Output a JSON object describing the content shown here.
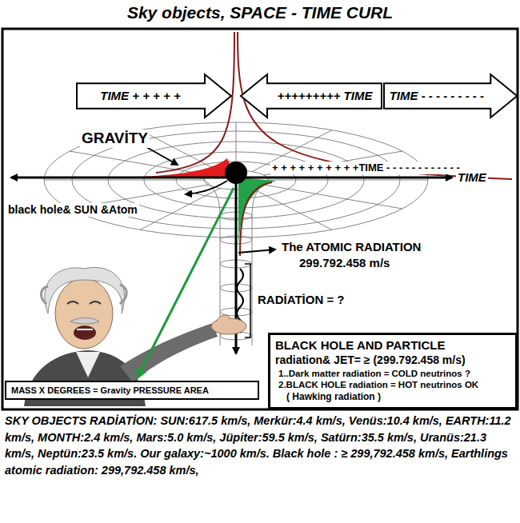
{
  "diagram": {
    "title": "Sky objects, SPACE - TIME CURL",
    "caption": "SKY OBJECTS RADİATİON: SUN:617.5 km/s, Merkür:4.4 km/s, Venüs:10.4 km/s, EARTH:11.2 km/s, MONTH:2.4 km/s, Mars:5.0 km/s, Jüpiter:59.5 km/s, Satürn:35.5 km/s, Uranüs:21.3 km/s, Neptün:23.5 km/s. Our galaxy:~1000 km/s. Black hole : ≥ 299,792.458 km/s, Earthlings atomic radiation: 299,792.458 km/s,",
    "nodes": [
      {
        "text": [
          "TIME + + + + +"
        ]
      },
      {
        "text": [
          "+++++++++ TIME"
        ]
      },
      {
        "text": [
          "TIME - - - - - - - - -"
        ]
      },
      {
        "text": [
          "BLACK HOLE AND PARTICLE",
          "radiation& JET= ≥ (299.792.458 m/s)",
          "1..Dark matter radiation = COLD neutrinos ?",
          "2.BLACK HOLE radiation = HOT neutrinos OK",
          "( Hawking radiation )"
        ]
      },
      {
        "text": [
          "MASS X DEGREES = Gravity PRESSURE AREA"
        ]
      }
    ],
    "labels": [
      "GRAVİTY",
      "+ + + + + + + + + +TIME - - - - - - - - - - - -",
      "TIME",
      "black hole& SUN &Atom",
      "The ATOMIC RADIATION",
      "299.792.458 m/s",
      "RADİATİON = ?"
    ]
  }
}
